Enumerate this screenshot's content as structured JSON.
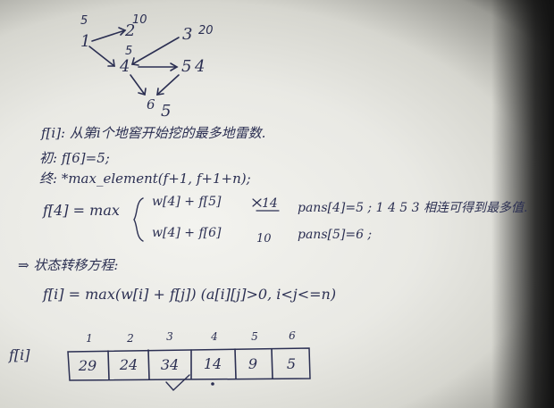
{
  "graph": {
    "nodes": [
      {
        "label": "1",
        "weight": "5"
      },
      {
        "label": "2",
        "weight": "10"
      },
      {
        "label": "3",
        "weight": "20"
      },
      {
        "label": "4",
        "weight": "5"
      },
      {
        "label": "5",
        "weight": "4"
      },
      {
        "label": "6",
        "weight": "5"
      }
    ]
  },
  "notes": {
    "line1": "f[i]: 从第i个地窖开始挖的最多地雷数.",
    "line2": "初: f[6]=5;",
    "line3": "终: *max_element(f+1, f+1+n);",
    "f4_lhs": "f[4] = max",
    "f4_opt1": "w[4] + f[5]",
    "f4_opt2": "w[4] + f[6]",
    "f4_val1": "14",
    "f4_val2": "10",
    "pans1": "pans[4]=5 ; 1 4 5 3 相连可得到最多值.",
    "pans2": "pans[5]=6 ;",
    "transition_title": "⇒ 状态转移方程:",
    "transition_eq": "f[i] = max(w[i] + f[j])   (a[i][j]>0, i<j<=n)"
  },
  "table": {
    "row_label": "f[i]",
    "indices": [
      "1",
      "2",
      "3",
      "4",
      "5",
      "6"
    ],
    "values": [
      "29",
      "24",
      "34",
      "14",
      "9",
      "5"
    ],
    "check_mark_under": "3"
  },
  "colors": {
    "ink": "#2b2f52",
    "paper": "#ecece7"
  }
}
